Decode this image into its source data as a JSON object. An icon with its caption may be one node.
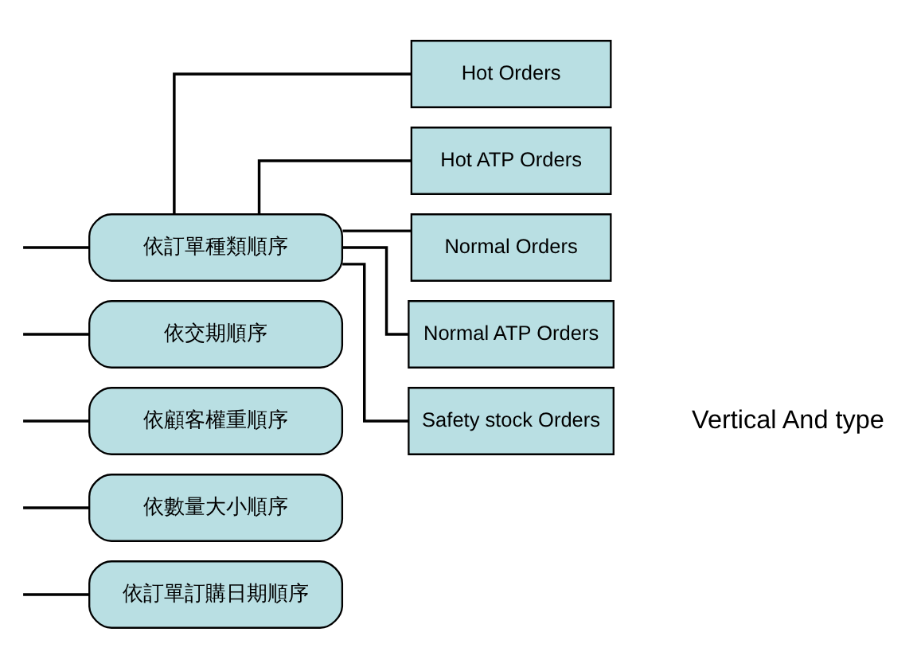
{
  "diagram": {
    "nodes": [
      {
        "text": [
          "依訂單種類順序"
        ]
      },
      {
        "text": [
          "Hot Orders"
        ]
      },
      {
        "text": [
          "Hot ATP Orders"
        ]
      },
      {
        "text": [
          "Normal Orders"
        ]
      },
      {
        "text": [
          "Normal ATP Orders"
        ]
      },
      {
        "text": [
          "Safety stock Orders"
        ]
      },
      {
        "text": [
          "依交期順序"
        ]
      },
      {
        "text": [
          "依顧客權重順序"
        ]
      },
      {
        "text": [
          "依數量大小順序"
        ]
      },
      {
        "text": [
          "依訂單訂購日期順序"
        ]
      }
    ],
    "edges": [
      {
        "from": null,
        "to": 0,
        "arrow": "none"
      },
      {
        "from": 0,
        "to": 1,
        "arrow": "none"
      },
      {
        "from": 0,
        "to": 2,
        "arrow": "none"
      },
      {
        "from": 0,
        "to": 3,
        "arrow": "none"
      },
      {
        "from": 0,
        "to": 4,
        "arrow": "none"
      },
      {
        "from": 0,
        "to": 5,
        "arrow": "none"
      },
      {
        "from": null,
        "to": 6,
        "arrow": "none"
      },
      {
        "from": null,
        "to": 7,
        "arrow": "none"
      },
      {
        "from": null,
        "to": 8,
        "arrow": "none"
      },
      {
        "from": null,
        "to": 9,
        "arrow": "none"
      }
    ],
    "labels": [
      "Vertical And type"
    ]
  }
}
